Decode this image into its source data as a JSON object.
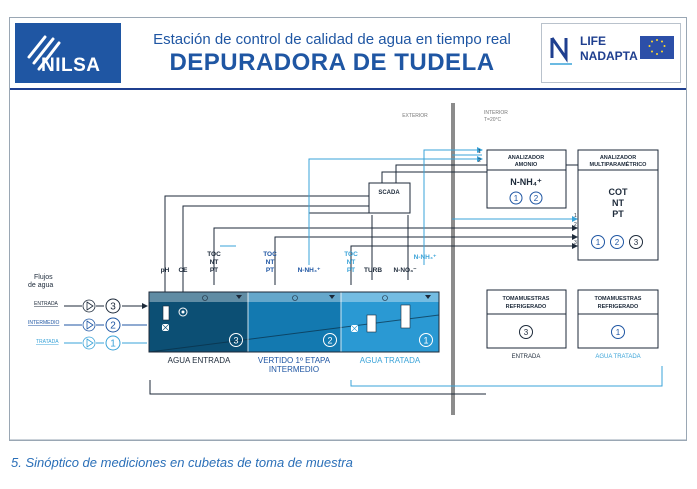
{
  "header": {
    "logo_text": "NILSA",
    "subtitle": "Estación de control de calidad de agua en tiempo real",
    "title": "DEPURADORA DE TUDELA",
    "life_line1": "LIFE",
    "life_line2": "NADAPTA"
  },
  "zones": {
    "exterior": "EXTERIOR",
    "interior": "INTERIOR",
    "interior_temp": "T=20°C"
  },
  "flows": {
    "title_line1": "Flujos",
    "title_line2": "de agua",
    "inputs": [
      {
        "label": "ENTRADA",
        "num": "3"
      },
      {
        "label": "INTERMEDIO",
        "num": "2"
      },
      {
        "label": "TRATADA",
        "num": "1"
      }
    ]
  },
  "sensors": {
    "ph": "pH",
    "ce": "CE",
    "toc_nt_pt_1": [
      "TOC",
      "NT",
      "PT"
    ],
    "toc_nt_pt_2": [
      "TOC",
      "NT",
      "PT"
    ],
    "nh4_1": "N-NH₄⁺",
    "toc_nt_pt_3": [
      "TOC",
      "NT",
      "PT"
    ],
    "turb": "TURB",
    "no3": "N-NO₃⁻",
    "nh4_2": "N-NH₄⁺"
  },
  "tanks": [
    {
      "num": "3",
      "label": "AGUA ENTRADA",
      "color": "#0c4f74"
    },
    {
      "num": "2",
      "label_line1": "VERTIDO 1º ETAPA",
      "label_line2": "INTERMEDIO",
      "color": "#1379b0"
    },
    {
      "num": "1",
      "label": "AGUA TRATADA",
      "color": "#2a99d3"
    }
  ],
  "scada": "SCADA",
  "analyzers": {
    "amonio": {
      "title_line1": "ANALIZADOR",
      "title_line2": "AMONIO",
      "param": "N-NH₄⁺",
      "nums": [
        "1",
        "2"
      ]
    },
    "multi": {
      "title_line1": "ANALIZADOR",
      "title_line2": "MULTIPARAMÉTRICO",
      "params": [
        "COT",
        "NT",
        "PT"
      ],
      "nums": [
        "1",
        "2",
        "3"
      ]
    }
  },
  "samplers": {
    "entrada": {
      "title_line1": "TOMAMUESTRAS",
      "title_line2": "REFRIGERADO",
      "num": "3",
      "label": "ENTRADA"
    },
    "tratada": {
      "title_line1": "TOMAMUESTRAS",
      "title_line2": "REFRIGERADO",
      "num": "1",
      "label": "AGUA TRATADA"
    }
  },
  "line_numbers": [
    "1",
    "2",
    "1",
    "2",
    "3"
  ],
  "caption": "5. Sinóptico de mediciones en cubetas de toma de muestra",
  "colors": {
    "brand_blue": "#1f56a3",
    "light_line": "#3aa3d8",
    "dark_line": "#1d2a3a",
    "tank_dark": "#0c4f74",
    "tank_mid": "#1379b0",
    "tank_light": "#2a99d3"
  }
}
